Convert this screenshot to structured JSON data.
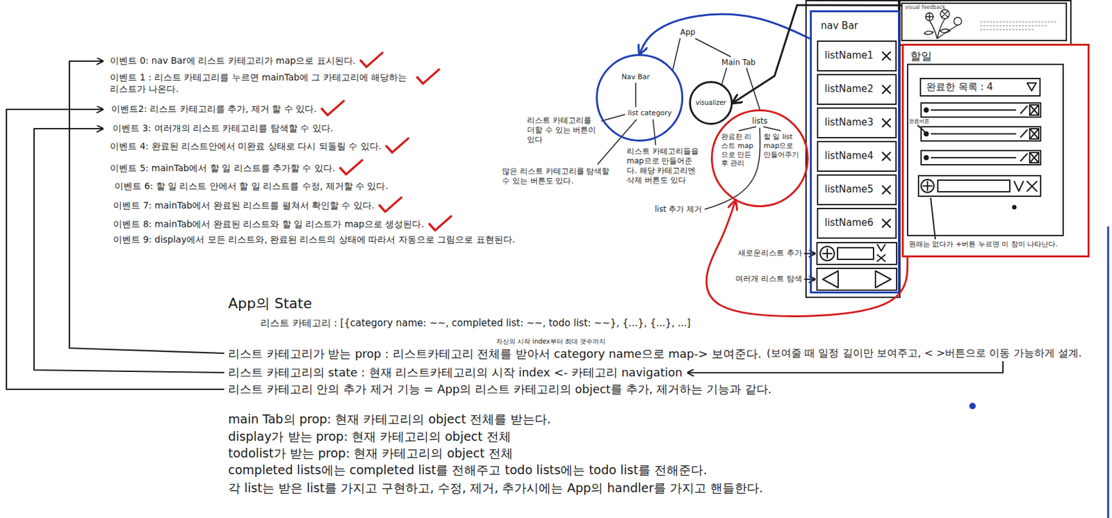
{
  "diagram": {
    "nodes": [
      {
        "text": [
          "App"
        ]
      },
      {
        "text": [
          "Nav Bar",
          "list category"
        ]
      },
      {
        "text": [
          "Main Tab"
        ]
      },
      {
        "text": [
          "visualizer"
        ]
      },
      {
        "text": [
          "lists",
          "완료한 리스트 map으로 만든 후 관리",
          "할 일 list map으로 만들어주기"
        ]
      },
      {
        "text": [
          "nav Bar"
        ]
      },
      {
        "text": [
          "listName1"
        ],
        "in": 5
      },
      {
        "text": [
          "listName2"
        ],
        "in": 5
      },
      {
        "text": [
          "listName3"
        ],
        "in": 5
      },
      {
        "text": [
          "listName4"
        ],
        "in": 5
      },
      {
        "text": [
          "listName5"
        ],
        "in": 5
      },
      {
        "text": [
          "listName6"
        ],
        "in": 5
      },
      {
        "text": [
          "visual feedback"
        ]
      },
      {
        "text": [
          "할일",
          "원래는 없다가 +버튼 누르면 이 창이 나타난다."
        ]
      },
      {
        "text": [
          "완료한 목록 : 4"
        ],
        "in": 13
      }
    ],
    "edges": [
      {
        "from": 0,
        "to": 1,
        "arrow": "none"
      },
      {
        "from": 0,
        "to": 2,
        "arrow": "none"
      },
      {
        "from": 2,
        "to": 3,
        "arrow": "none"
      },
      {
        "from": 2,
        "to": 4,
        "arrow": "none"
      },
      {
        "from": 5,
        "to": 1,
        "arrow": "to"
      },
      {
        "from": 12,
        "to": 3,
        "arrow": "to"
      },
      {
        "from": 13,
        "to": 4,
        "arrow": "to"
      }
    ],
    "labels": [
      "이벤트 0: nav Bar에 리스트 카테고리가 map으로 표시된다.",
      "이벤트 1 : 리스트 카테고리를 누르면 mainTab에 그 카테고리에 해당하는 리스트가 나온다.",
      "이벤트2: 리스트 카테고리를 추가, 제거 할 수 있다.",
      "이벤트 3: 여러개의 리스트 카테고리를 탐색할 수 있다.",
      "이벤트 4: 완료된 리스트안에서 미완료 상태로 다시 되돌릴 수 있다.",
      "이벤트 5: mainTab에서 할 일 리스트를 추가할 수 있다.",
      "이벤트 6: 할 일 리스트 안에서 할 일 리스트를 수정, 제거할 수 있다.",
      "이벤트 7: mainTab에서 완료된 리스트를 펼쳐서 확인할 수 있다.",
      "이벤트 8: mainTab에서 완료된 리스트와 할 일 리스트가 map으로 생성된다.",
      "이벤트 9: display에서 모든 리스트와, 완료된 리스트의 상태에 따라서 자동으로 그림으로 표현된다.",
      "리스트 카테고리를 더할 수 있는 버튼이 있다",
      "리스트 카테고리들을 map으로 만들어준다. 해당 카테고리엔 삭제 버튼도 있다",
      "많은 리스트 카테고리를 탐색할 수 있는 버튼도 있다.",
      "list 추가 제거",
      "새로운리스트 추가",
      "여러개 리스트 탐색",
      "완료버튼",
      "App의 State",
      "리스트 카테고리 : [{category name: ~~, completed list: ~~, todo list: ~~}, {...}, {...}, ...]",
      "자신의 시작 index부터 최대 갯수까지",
      "리스트 카테고리가 받는 prop : 리스트카테고리 전체를 받아서 category name으로 map-> 보여준다.",
      "(보여줄 때 일정 길이만 보여주고, < >버튼으로 이동 가능하게 설계.",
      "리스트 카테고리의 state : 현재 리스트카테고리의 시작 index <- 카테고리 navigation",
      "리스트 카테고리 안의 추가 제거 기능 = App의 리스트 카테고리의 object를 추가, 제거하는 기능과 같다.",
      "main Tab의 prop: 현재 카테고리의 object 전체를 받는다.",
      "display가 받는 prop: 현재 카테고리의 object 전체",
      "todolist가 받는 prop: 현재 카테고리의 object 전체",
      "completed lists에는 completed list를 전해주고 todo lists에는 todo list를 전해준다.",
      "각 list는 받은 list를 가지고 구현하고, 수정, 제거, 추가시에는 App의 handler를 가지고 핸들한다."
    ]
  }
}
